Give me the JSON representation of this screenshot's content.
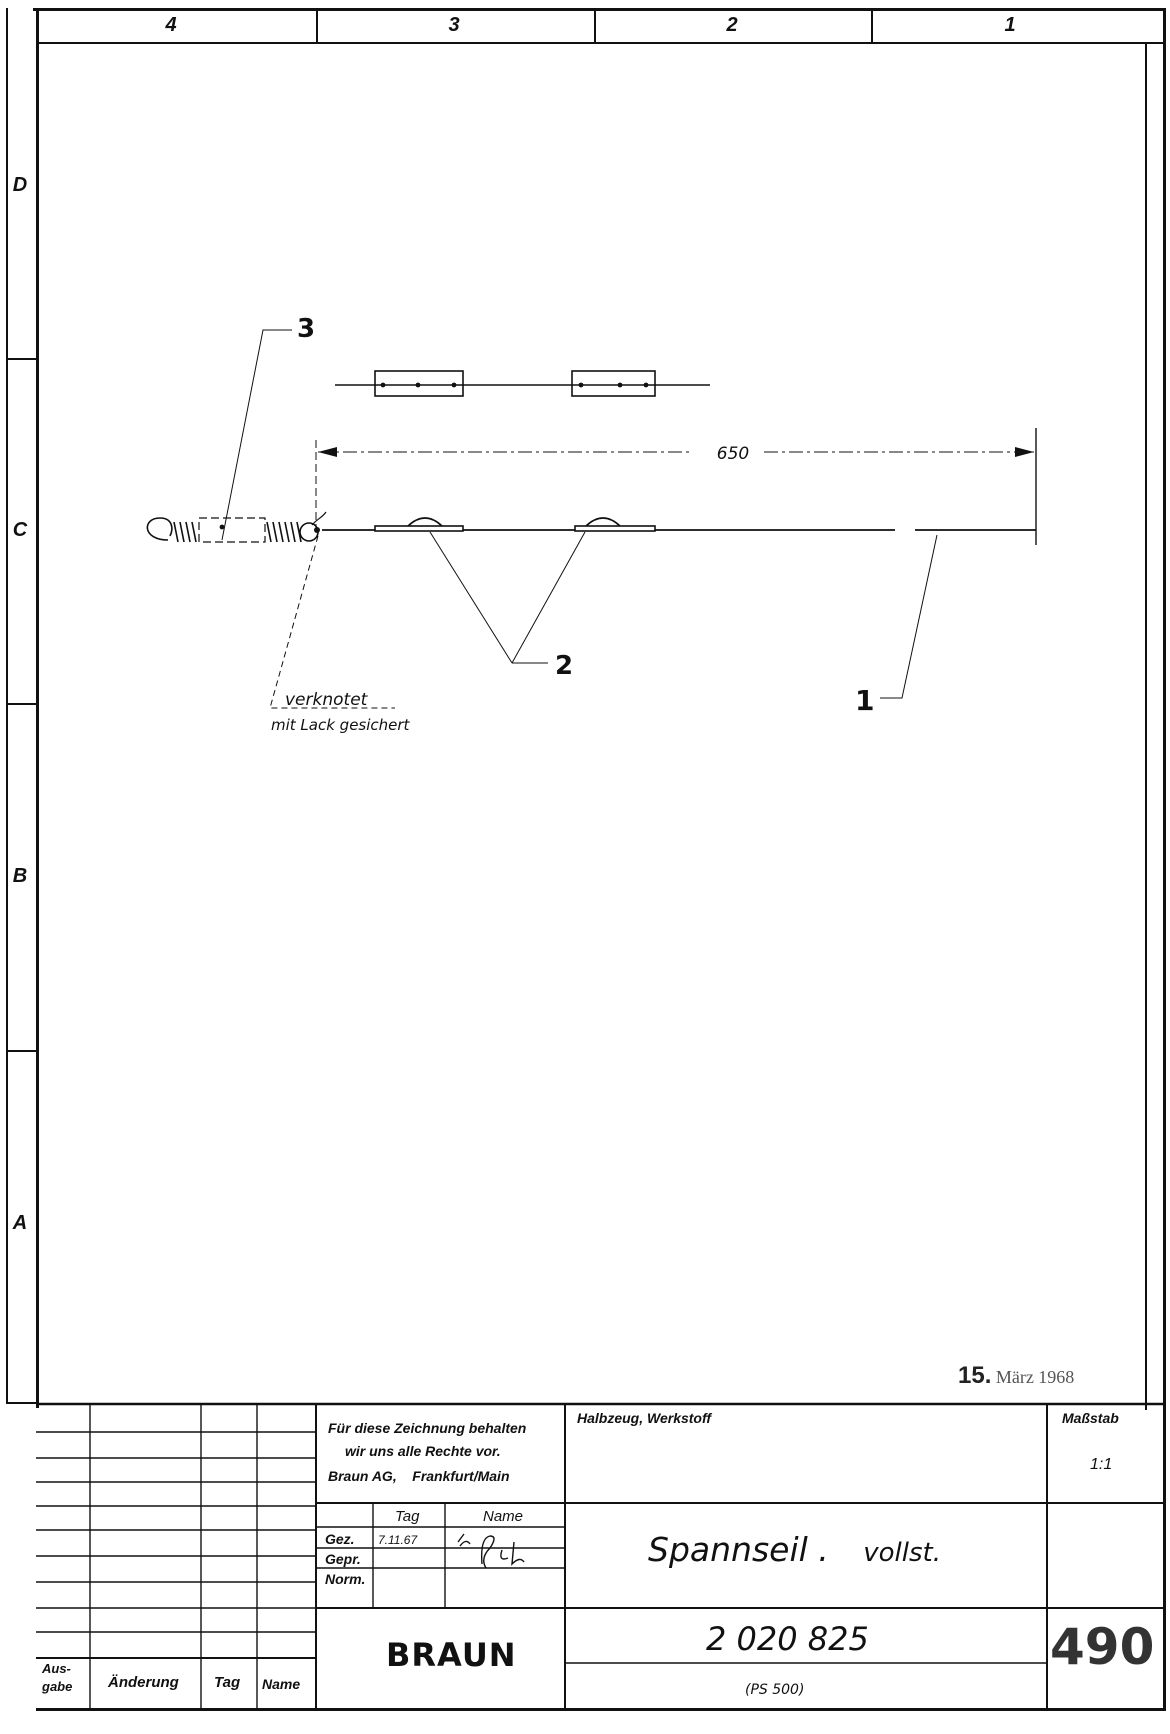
{
  "frame": {
    "columns": [
      "4",
      "3",
      "2",
      "1"
    ],
    "rows": [
      "D",
      "C",
      "B",
      "A"
    ]
  },
  "drawing": {
    "dimension": "650",
    "callouts": [
      "3",
      "2",
      "1"
    ],
    "note_line1": "verknotet",
    "note_line2": "mit Lack gesichert"
  },
  "stamp": {
    "day": "15.",
    "month_year": "März 1968"
  },
  "title_block": {
    "rights_line1": "Für diese Zeichnung behalten",
    "rights_line2": "wir uns alle Rechte vor.",
    "rights_line3": "Braun AG,    Frankfurt/Main",
    "material_label": "Halbzeug, Werkstoff",
    "scale_label": "Maßstab",
    "scale_value": "1:1",
    "col_tag": "Tag",
    "col_name": "Name",
    "row_gez": "Gez.",
    "row_gepr": "Gepr.",
    "row_norm": "Norm.",
    "gez_date": "7.11.67",
    "title": "Spannseil .",
    "title_suffix": "vollst.",
    "drawing_number": "2 020 825",
    "model": "(PS 500)",
    "brand": "BRAUN",
    "sheet": "490",
    "rev_ausgabe": "Aus-gabe",
    "rev_aenderung": "Änderung",
    "rev_tag": "Tag",
    "rev_name": "Name"
  },
  "colors": {
    "ink": "#111111",
    "paper": "#ffffff"
  }
}
